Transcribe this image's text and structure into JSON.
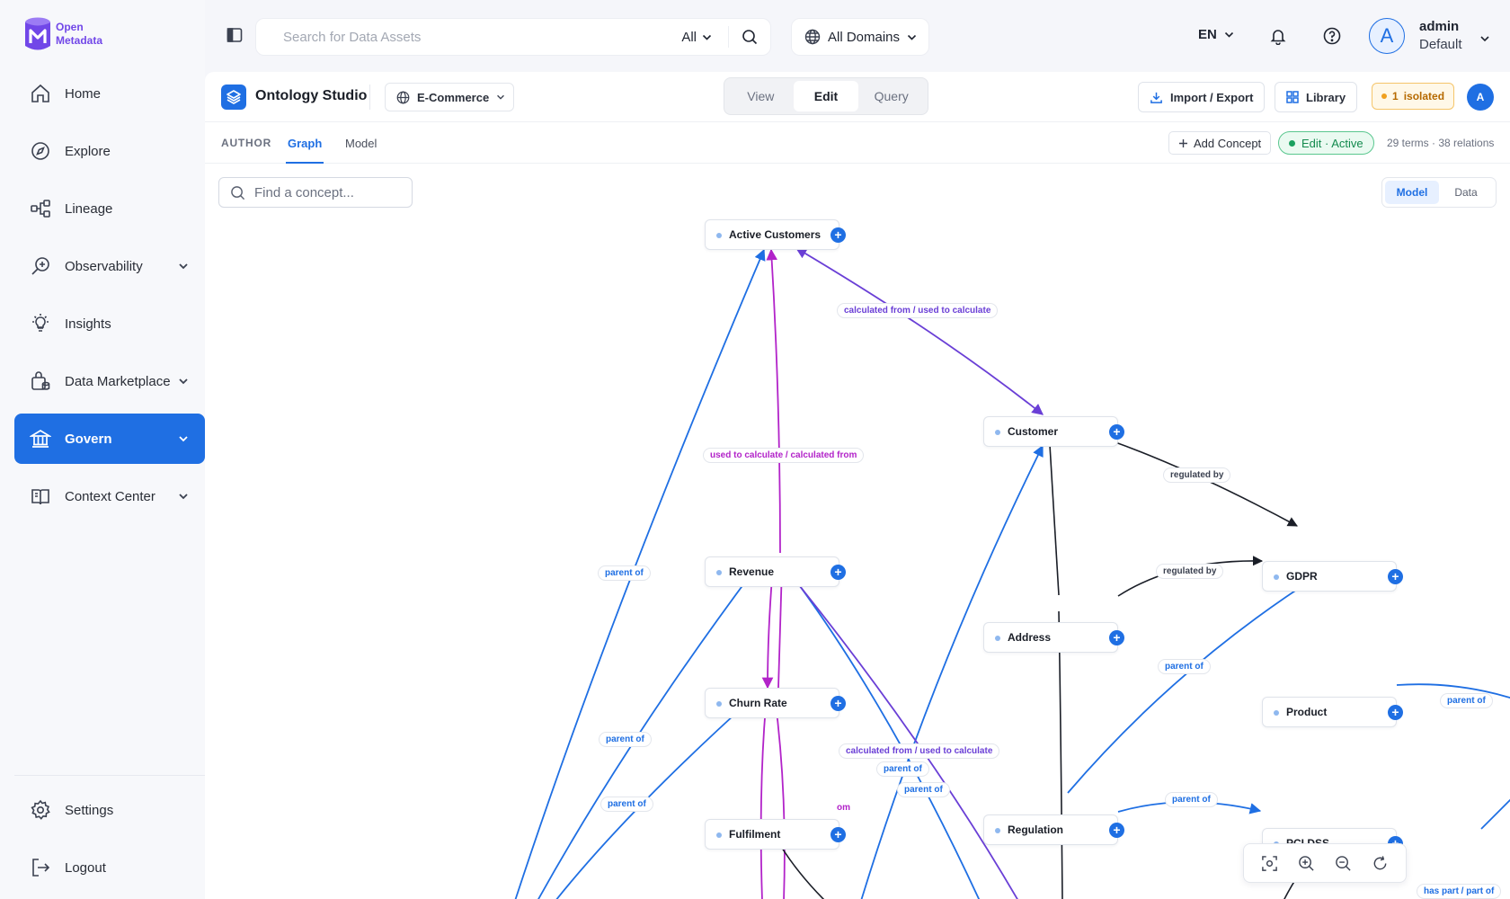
{
  "brand": {
    "line1": "Open",
    "line2": "Metadata"
  },
  "sidebar": {
    "items": [
      {
        "label": "Home",
        "icon": "home-icon"
      },
      {
        "label": "Explore",
        "icon": "compass-icon"
      },
      {
        "label": "Lineage",
        "icon": "lineage-icon"
      },
      {
        "label": "Observability",
        "icon": "observability-icon"
      },
      {
        "label": "Insights",
        "icon": "lightbulb-icon"
      },
      {
        "label": "Data Marketplace",
        "icon": "marketplace-icon"
      },
      {
        "label": "Govern",
        "icon": "bank-icon"
      },
      {
        "label": "Context Center",
        "icon": "book-icon"
      }
    ],
    "bottom": [
      {
        "label": "Settings",
        "icon": "gear-icon"
      },
      {
        "label": "Logout",
        "icon": "logout-icon"
      }
    ]
  },
  "topbar": {
    "search_placeholder": "Search for Data Assets",
    "search_filter": "All",
    "domains": "All Domains",
    "language": "EN",
    "avatar_letter": "A",
    "user_name": "admin",
    "user_role": "Default"
  },
  "studio": {
    "title": "Ontology Studio",
    "domain": "E-Commerce",
    "modes": [
      "View",
      "Edit",
      "Query"
    ],
    "import_export": "Import / Export",
    "library": "Library",
    "isolated_count": "1",
    "isolated_label": "isolated",
    "avatar": "A"
  },
  "author": {
    "label": "AUTHOR",
    "tabs": [
      "Graph",
      "Model"
    ],
    "add_concept": "Add Concept",
    "status": "Edit · Active",
    "stats": "29 terms · 38 relations"
  },
  "canvas": {
    "find_placeholder": "Find a concept...",
    "toggle": [
      "Model",
      "Data"
    ]
  },
  "graph": {
    "nodes": {
      "active_customers": "Active Customers",
      "customer": "Customer",
      "revenue": "Revenue",
      "gdpr": "GDPR",
      "address": "Address",
      "churn_rate": "Churn Rate",
      "product": "Product",
      "fulfilment": "Fulfilment",
      "regulation": "Regulation",
      "pci_dss": "PCI DSS"
    },
    "edge_labels": {
      "calc_from_used": "calculated from / used to calculate",
      "used_calc_from": "used to calculate / calculated from",
      "regulated_by": "regulated by",
      "parent_of": "parent of",
      "fragment_m": "om",
      "has_part": "has part / part of"
    }
  },
  "colors": {
    "accent": "#1f6fe3",
    "brand": "#7147e8",
    "edge_blue": "#1f6fe3",
    "edge_purple": "#6a3fd6",
    "edge_magenta": "#b223c9",
    "edge_dark": "#1a1e27"
  }
}
